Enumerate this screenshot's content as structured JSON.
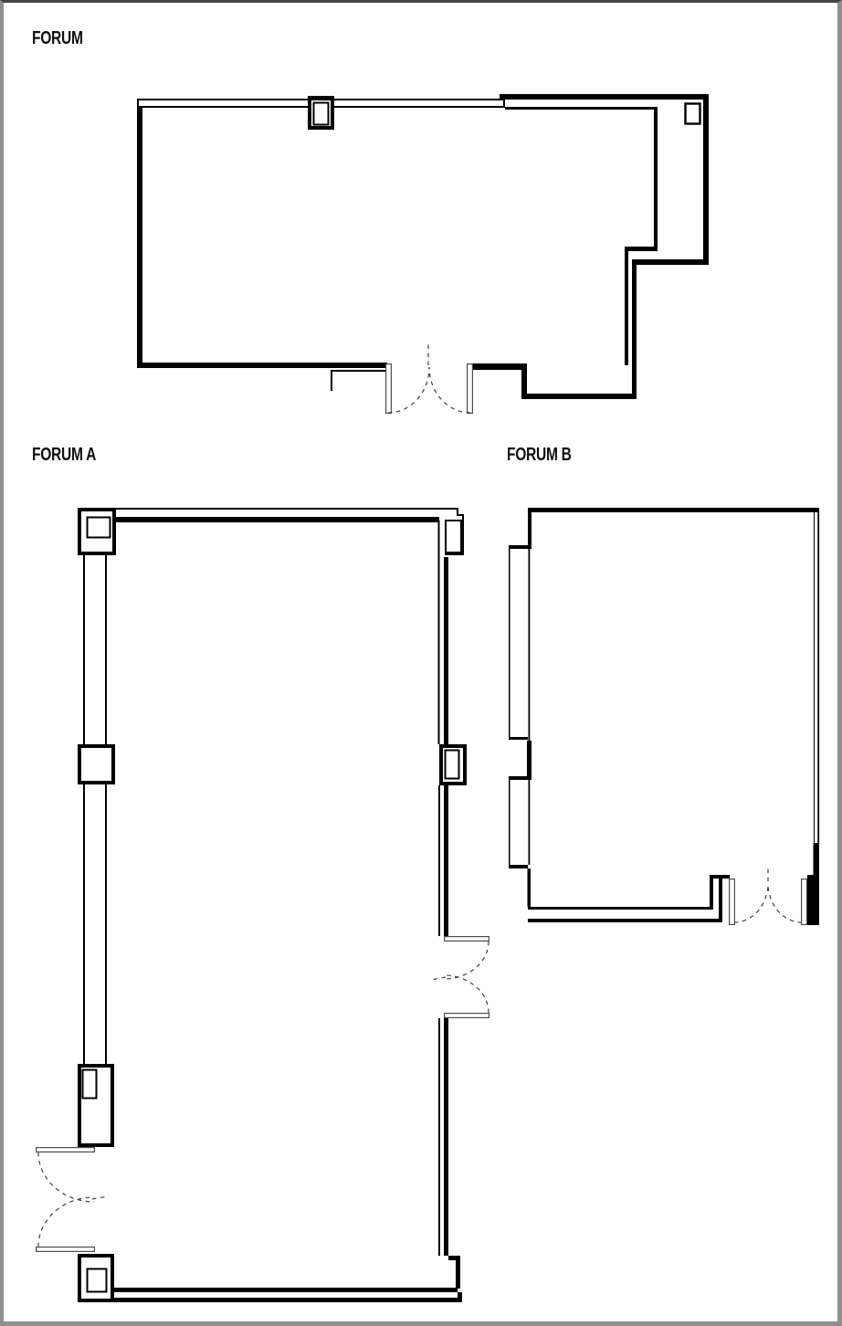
{
  "labels": {
    "forum": "FORUM",
    "forum_a": "FORUM A",
    "forum_b": "FORUM B"
  },
  "style": {
    "background": "#ffffff",
    "wall_color": "#000000",
    "door_swing_color": "#3f3f3f",
    "page_border_color": "#8f8f8f",
    "label_color": "#111111"
  }
}
